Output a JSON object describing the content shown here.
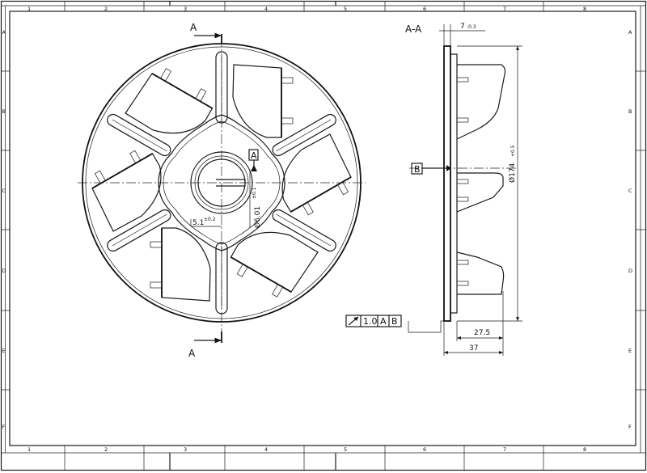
{
  "zones": {
    "cols_top": [
      "1",
      "2",
      "3",
      "4",
      "5",
      "6",
      "7",
      "8"
    ],
    "cols_bottom": [
      "1",
      "2",
      "3",
      "4",
      "5",
      "6",
      "7",
      "8"
    ],
    "rows_left": [
      "A",
      "B",
      "C",
      "D",
      "E",
      "F"
    ],
    "rows_right": [
      "A",
      "B",
      "C",
      "D",
      "E",
      "F"
    ]
  },
  "labels": {
    "section_top": "A",
    "section_bottom": "A",
    "section_view_title": "A-A",
    "datum_a": "A",
    "datum_b": "B",
    "dim_diameter_outer": "Ø174",
    "dim_diameter_outer_tol": "+0.5",
    "dim_diameter_hub": "Ø6.01",
    "dim_diameter_hub_tol": "±0.1",
    "dim_width_key": "5.1",
    "dim_width_key_tol": "±0.2",
    "dim_thickness": "7",
    "dim_thickness_tol": "-0.3",
    "dim_height_1": "27.5",
    "dim_height_2": "37",
    "fcf_value": "1.0",
    "fcf_datum_1": "A",
    "fcf_datum_2": "B"
  }
}
